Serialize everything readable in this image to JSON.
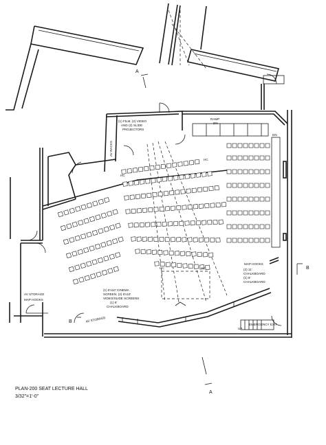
{
  "title": "PLAN-200 SEAT LECTURE HALL",
  "scale": "3/32\"=1'-0\"",
  "labels": {
    "projectors": [
      "(1) FILM, (2) VIDEO",
      "AND (2) SLIDE",
      "PROJECTORS"
    ],
    "av_racks": "AV RACKS",
    "ramp": [
      "RAMP",
      "DN"
    ],
    "dn": "DN",
    "map_hooks_right": "MAP HOOKS",
    "chalkboard_right": [
      "(2) 11'",
      "CHALKBOARD",
      "(1) 8'",
      "CHALKBOARD"
    ],
    "screens": [
      "(1) 6'x10' CINEMA",
      "SCREEN, (2) 6'x10'",
      "VIDEO/SLIDE SCREENS",
      "(1) 8'",
      "CHALKBOARD"
    ],
    "av_storage_left": "AV STORAGE",
    "map_hooks_left": "MAP HOOKS",
    "av_storage_bottom": "AV STORAGE",
    "emergency_exit": "EMERGENCY EXIT",
    "up": "UP",
    "hc": "HC",
    "section_a": "A",
    "section_b": "B"
  }
}
